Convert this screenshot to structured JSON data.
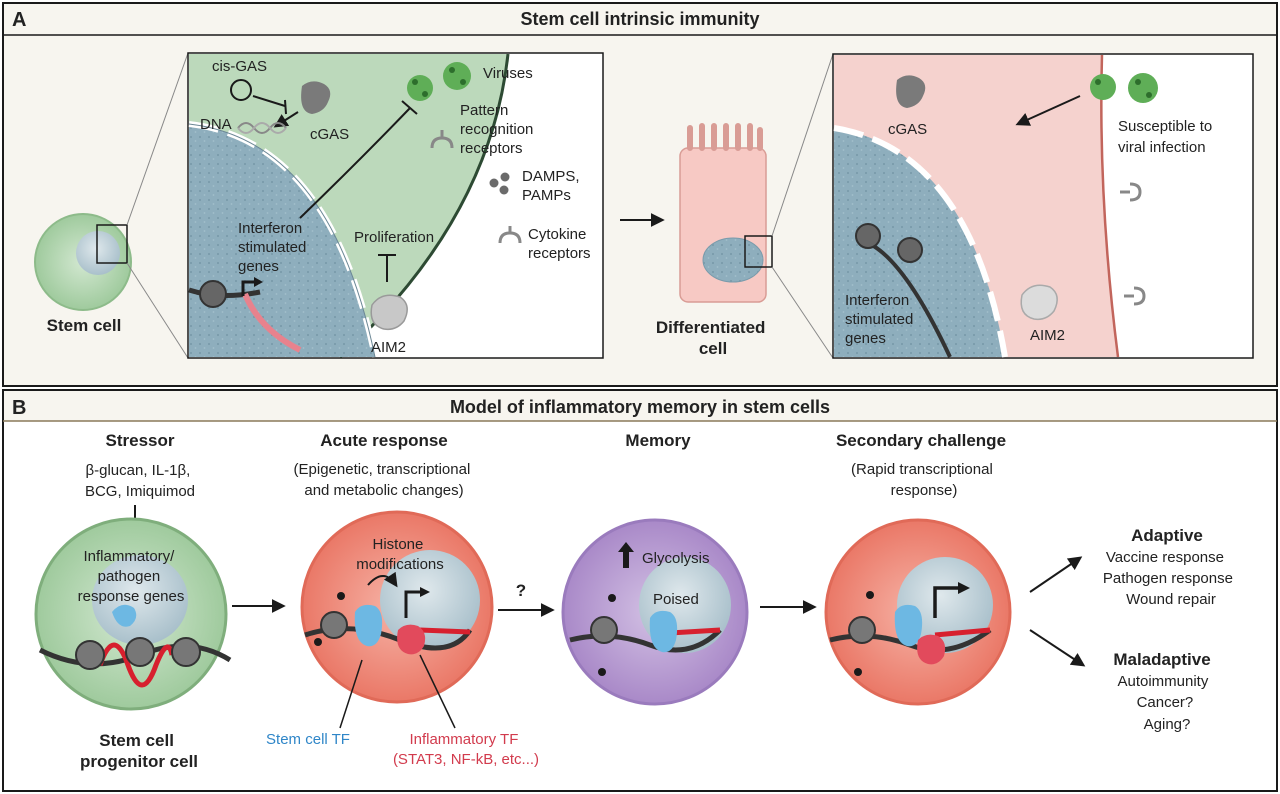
{
  "panel_a": {
    "letter": "A",
    "title": "Stem cell intrinsic immunity",
    "stem_cell_label": "Stem cell",
    "cis_gas": "cis-GAS",
    "dna": "DNA",
    "cgas": "cGAS",
    "viruses": "Viruses",
    "prr": [
      "Pattern",
      "recognition",
      "receptors"
    ],
    "damps": [
      "DAMPS,",
      "PAMPs"
    ],
    "cytokine": [
      "Cytokine",
      "receptors"
    ],
    "isg": [
      "Interferon",
      "stimulated",
      "genes"
    ],
    "proliferation": "Proliferation",
    "aim2": "AIM2",
    "diff_cell": [
      "Differentiated",
      "cell"
    ],
    "right_cgas": "cGAS",
    "susceptible": [
      "Susceptible to",
      "viral infection"
    ],
    "right_isg": [
      "Interferon",
      "stimulated",
      "genes"
    ],
    "right_aim2": "AIM2"
  },
  "panel_b": {
    "letter": "B",
    "title": "Model of inflammatory memory in stem cells",
    "stressor": {
      "title": "Stressor",
      "lines": [
        "β-glucan, IL-1β,",
        "BCG, Imiquimod"
      ],
      "inner": [
        "Inflammatory/",
        "pathogen",
        "response genes"
      ],
      "bottom": [
        "Stem cell",
        "progenitor cell"
      ]
    },
    "acute": {
      "title": "Acute response",
      "lines": [
        "(Epigenetic, transcriptional",
        "and metabolic changes)"
      ],
      "inner": [
        "Histone",
        "modifications"
      ],
      "stem_tf": "Stem cell TF",
      "infl_tf": [
        "Inflammatory TF",
        "(STAT3, NF-kB, etc...)"
      ]
    },
    "question": "?",
    "memory": {
      "title": "Memory",
      "glycolysis": "Glycolysis",
      "poised": "Poised"
    },
    "secondary": {
      "title": "Secondary challenge",
      "lines": [
        "(Rapid transcriptional",
        "response)"
      ]
    },
    "adaptive": {
      "title": "Adaptive",
      "items": [
        "Vaccine response",
        "Pathogen response",
        "Wound repair"
      ]
    },
    "maladaptive": {
      "title": "Maladaptive",
      "items": [
        "Autoimmunity",
        "Cancer?",
        "Aging?"
      ]
    }
  },
  "colors": {
    "green_cell": "#bcd9bb",
    "nucleus": "#8eaebd",
    "pink_cell": "#f7c9c4",
    "red_cell": "#ef8a7a",
    "purple_cell": "#b99fd2",
    "virus": "#5fae57",
    "stem_tf": "#6db8e3",
    "infl_tf": "#e24a5c",
    "panel_bg": "#f7f5ef"
  }
}
